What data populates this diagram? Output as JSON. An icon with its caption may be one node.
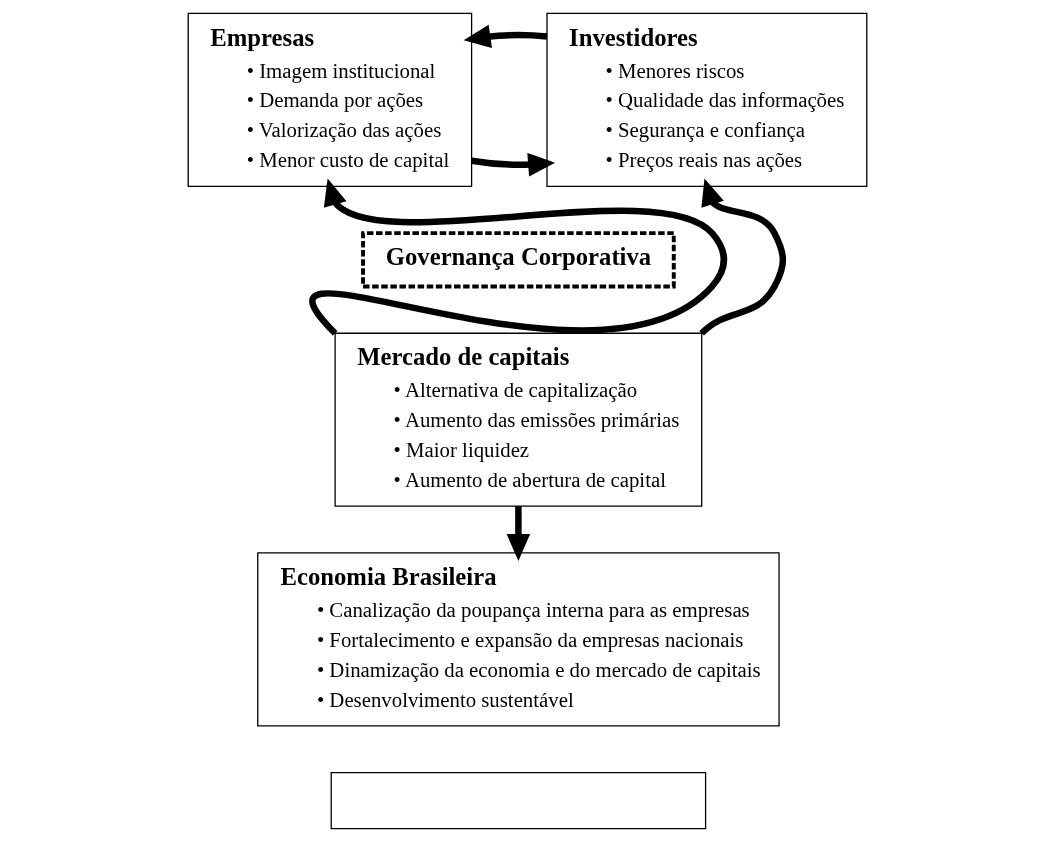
{
  "diagram": {
    "nodes": [
      {
        "text": [
          "Empresas",
          "• Imagem institucional",
          "• Demanda por ações",
          "• Valorização das ações",
          "• Menor custo de capital"
        ]
      },
      {
        "text": [
          "Investidores",
          "• Menores riscos",
          "• Qualidade das informações",
          "• Segurança e confiança",
          "• Preços reais nas ações"
        ]
      },
      {
        "text": [
          "Governança Corporativa"
        ]
      },
      {
        "text": [
          "Mercado de capitais",
          "• Alternativa de capitalização",
          "• Aumento das emissões primárias",
          "• Maior liquidez",
          "• Aumento de abertura de capital"
        ]
      },
      {
        "text": [
          "Economia Brasileira",
          "• Canalização da poupança interna para as empresas",
          "• Fortalecimento e expansão da empresas nacionais",
          "• Dinamização da economia e do mercado de capitais",
          "• Desenvolvimento sustentável"
        ]
      },
      {
        "text": [],
        "shape": "box"
      }
    ],
    "edges": [
      {
        "from": 0,
        "to": 1,
        "arrow": "to"
      },
      {
        "from": 1,
        "to": 0,
        "arrow": "to"
      },
      {
        "from": 3,
        "to": 0,
        "arrow": "to"
      },
      {
        "from": 3,
        "to": 1,
        "arrow": "to"
      },
      {
        "from": 3,
        "to": 4,
        "arrow": "to"
      }
    ]
  }
}
